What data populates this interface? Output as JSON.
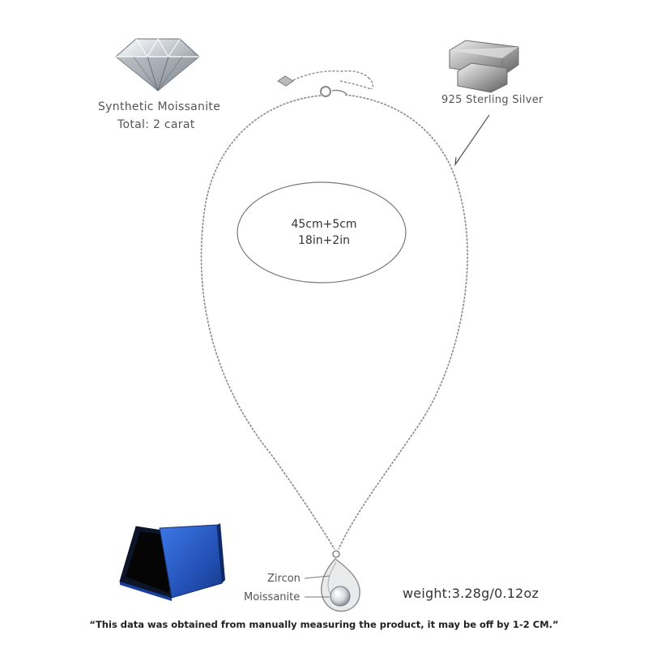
{
  "stone": {
    "name": "Synthetic Moissanite",
    "total": "Total:  2 carat"
  },
  "metal": {
    "name": "925 Sterling Silver"
  },
  "length": {
    "metric": "45cm+5cm",
    "imperial": "18in+2in"
  },
  "pendant": {
    "top_label": "Zircon",
    "bottom_label": "Moissanite"
  },
  "weight": "weight:3.28g/0.12oz",
  "disclaimer": "“This data was obtained from manually measuring the product, it may be off by 1-2 CM.”",
  "colors": {
    "background": "#ffffff",
    "chain": "#8a8a8a",
    "box_blue": "#2f5fd0",
    "box_dark": "#0d1528"
  }
}
